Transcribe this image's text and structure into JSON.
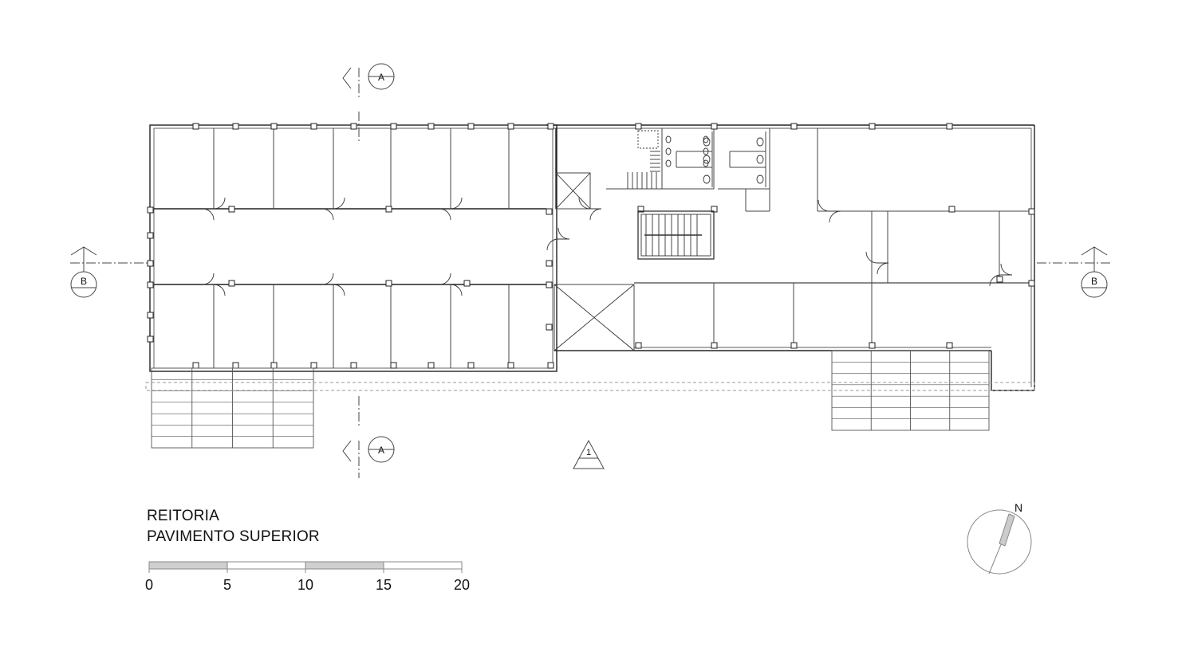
{
  "drawing": {
    "title_line1": "REITORIA",
    "title_line2": "PAVIMENTO SUPERIOR"
  },
  "section_markers": {
    "a_label": "A",
    "b_label": "B"
  },
  "view_marker": "1",
  "north_label": "N",
  "scale_bar": {
    "ticks": [
      "0",
      "5",
      "10",
      "15",
      "20"
    ]
  },
  "colors": {
    "line": "#222222",
    "light_line": "#888888",
    "scale_fill": "#cfcfcf"
  }
}
